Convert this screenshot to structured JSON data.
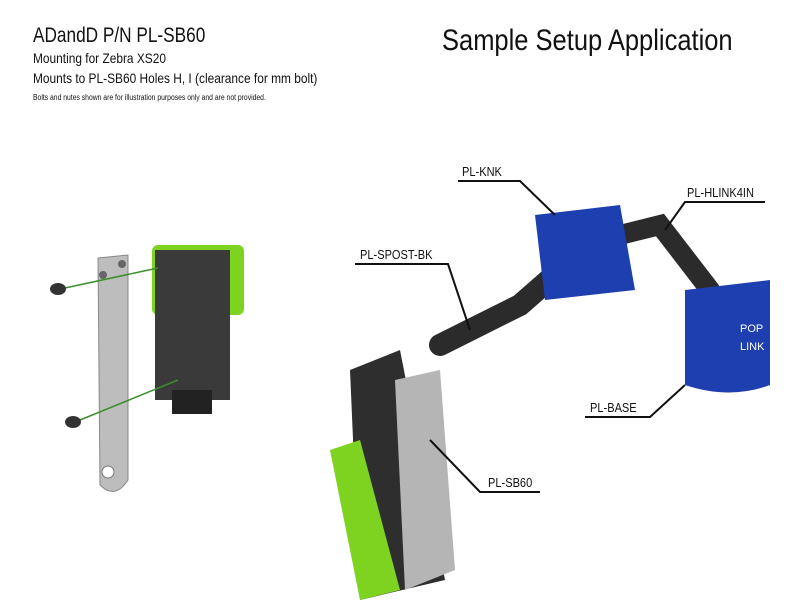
{
  "header": {
    "title": "ADandD P/N PL-SB60",
    "subtitle1": "Mounting for Zebra XS20",
    "subtitle2": "Mounts to PL-SB60 Holes H, I (clearance for mm bolt)",
    "note": "Bolts and nutes shown are for illustration purposes only and are not provided.",
    "heading": "Sample Setup Application"
  },
  "labels": {
    "knk": "PL-KNK",
    "hlink": "PL-HLINK4IN",
    "spost": "PL-SPOST-BK",
    "base": "PL-BASE",
    "sb60": "PL-SB60"
  },
  "base_print": {
    "line1": "POP",
    "line2": "LINK"
  },
  "colors": {
    "green": "#7ed321",
    "blue": "#1d3fb0",
    "gray": "#b8b8b8",
    "black": "#2a2a2a"
  }
}
